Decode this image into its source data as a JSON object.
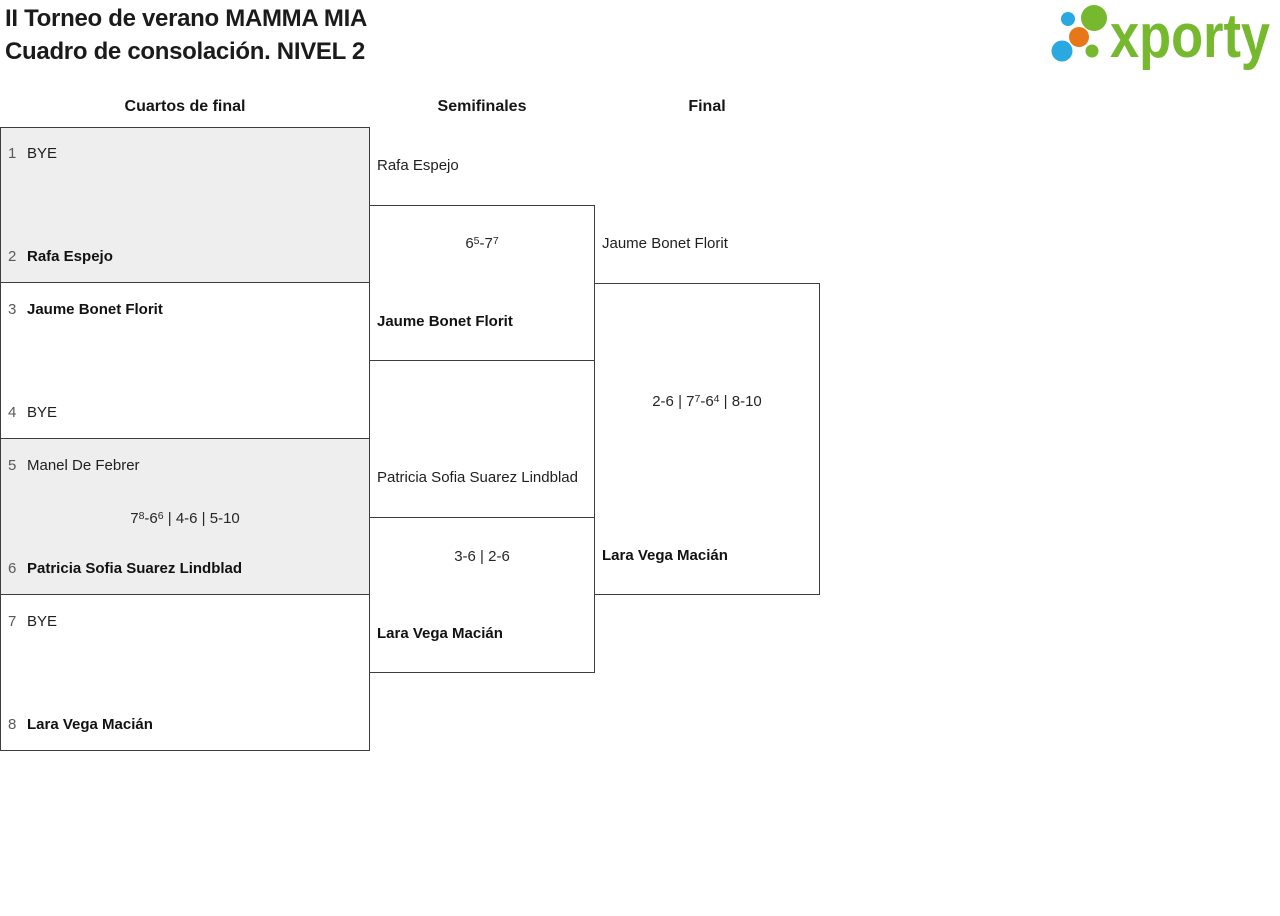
{
  "header": {
    "title_line1": "II Torneo de verano MAMMA MIA",
    "title_line2": "Cuadro de consolación. NIVEL 2"
  },
  "logo": {
    "text": "xporty",
    "green": "#76b82e",
    "blue": "#2aa9e0",
    "orange": "#e87817"
  },
  "columns": {
    "quarterfinals": "Cuartos de final",
    "semifinals": "Semifinales",
    "final": "Final"
  },
  "bracket": {
    "quarterfinals": [
      {
        "seed1": "1",
        "player1": "BYE",
        "p1_winner": false,
        "seed2": "2",
        "player2": "Rafa Espejo",
        "p2_winner": true,
        "score": []
      },
      {
        "seed1": "3",
        "player1": "Jaume Bonet Florit",
        "p1_winner": true,
        "seed2": "4",
        "player2": "BYE",
        "p2_winner": false,
        "score": []
      },
      {
        "seed1": "5",
        "player1": "Manel De Febrer",
        "p1_winner": false,
        "seed2": "6",
        "player2": "Patricia Sofia Suarez Lindblad",
        "p2_winner": true,
        "score": [
          {
            "text": "7"
          },
          {
            "sup": "8"
          },
          {
            "text": "-6"
          },
          {
            "sup": "6"
          },
          {
            "text": " | 4-6 | 5-10"
          }
        ]
      },
      {
        "seed1": "7",
        "player1": "BYE",
        "p1_winner": false,
        "seed2": "8",
        "player2": "Lara Vega Macián",
        "p2_winner": true,
        "score": []
      }
    ],
    "semifinals": [
      {
        "player1": "Rafa Espejo",
        "p1_winner": false,
        "player2": "Jaume Bonet Florit",
        "p2_winner": true,
        "score": [
          {
            "text": "6"
          },
          {
            "sup": "5"
          },
          {
            "text": "-7"
          },
          {
            "sup": "7"
          }
        ]
      },
      {
        "player1": "Patricia Sofia Suarez Lindblad",
        "p1_winner": false,
        "player2": "Lara Vega Macián",
        "p2_winner": true,
        "score": [
          {
            "text": "3-6 | 2-6"
          }
        ]
      }
    ],
    "final": {
      "player1": "Jaume Bonet Florit",
      "p1_winner": false,
      "player2": "Lara Vega Macián",
      "p2_winner": true,
      "score": [
        {
          "text": "2-6 | 7"
        },
        {
          "sup": "7"
        },
        {
          "text": "-6"
        },
        {
          "sup": "4"
        },
        {
          "text": " | 8-10"
        }
      ]
    }
  }
}
